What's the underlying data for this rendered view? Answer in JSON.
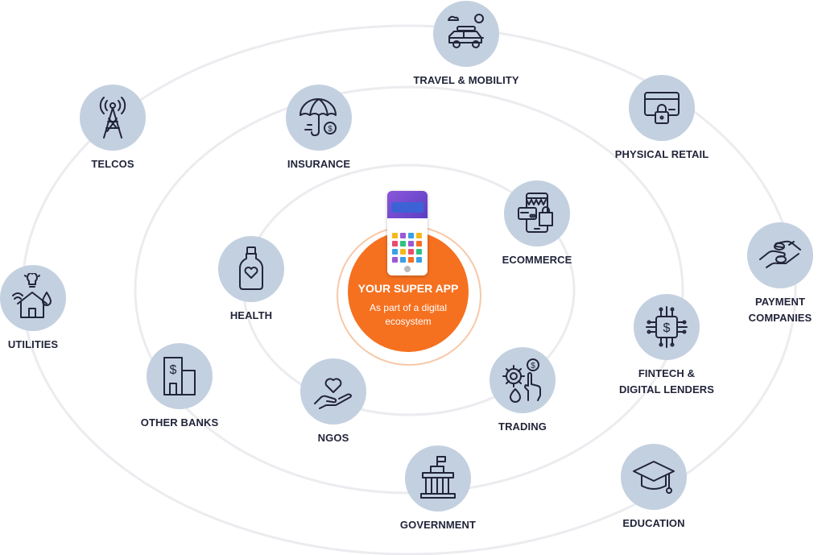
{
  "center": {
    "title": "YOUR SUPER APP",
    "subtitle": "As part of a digital ecosystem"
  },
  "nodes": {
    "travel": {
      "label": "TRAVEL & MOBILITY"
    },
    "telcos": {
      "label": "TELCOS"
    },
    "insurance": {
      "label": "INSURANCE"
    },
    "physical_retail": {
      "label": "PHYSICAL RETAIL"
    },
    "ecommerce": {
      "label": "ECOMMERCE"
    },
    "health": {
      "label": "HEALTH"
    },
    "utilities": {
      "label": "UTILITIES"
    },
    "payment": {
      "line1": "PAYMENT",
      "line2": "COMPANIES"
    },
    "fintech": {
      "line1": "FINTECH &",
      "line2": "DIGITAL LENDERS"
    },
    "other_banks": {
      "label": "OTHER BANKS"
    },
    "ngos": {
      "label": "NGOS"
    },
    "trading": {
      "label": "TRADING"
    },
    "government": {
      "label": "GOVERNMENT"
    },
    "education": {
      "label": "EDUCATION"
    }
  },
  "colors": {
    "accent": "#f57120",
    "node_fill": "#c3d0e0",
    "icon_stroke": "#22253a",
    "orbit": "#ececf0"
  }
}
